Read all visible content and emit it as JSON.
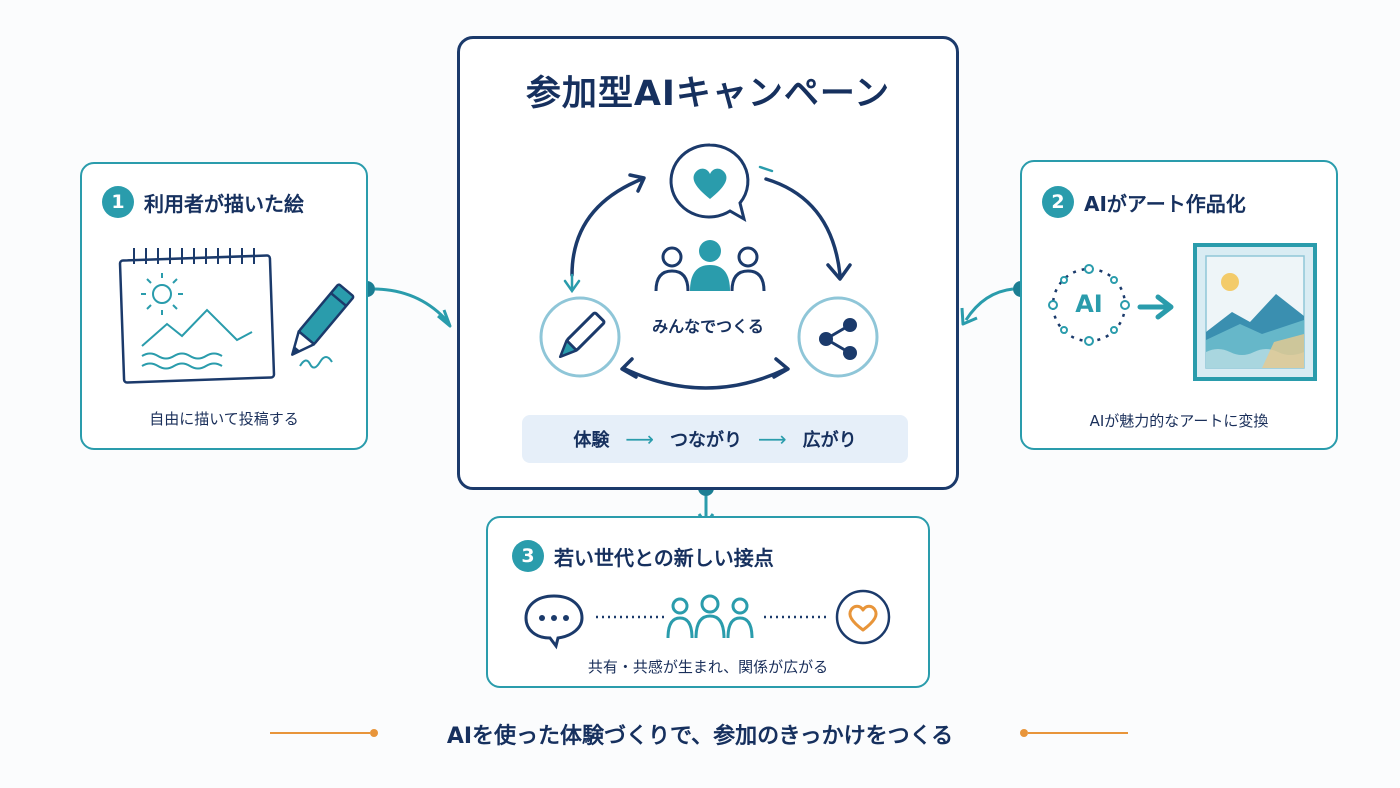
{
  "colors": {
    "navy": "#1b3a6b",
    "teal": "#2a9cac",
    "orange": "#e8953a",
    "light_blue": "#e6eff9"
  },
  "center": {
    "title": "参加型AIキャンペーン",
    "people_label": "みんなでつくる",
    "flow": [
      "体験",
      "つながり",
      "広がり"
    ],
    "flow_arrow": "⟶",
    "icons": [
      "heart-speech-icon",
      "people-icon",
      "pencil-icon",
      "share-icon"
    ]
  },
  "step1": {
    "number": "1",
    "title": "利用者が描いた絵",
    "caption": "自由に描いて投稿する",
    "icons": [
      "sketchbook-icon",
      "pencil-icon"
    ]
  },
  "step2": {
    "number": "2",
    "title": "AIがアート作品化",
    "ai_label": "AI",
    "caption": "AIが魅力的なアートに変換",
    "icons": [
      "ai-ring-icon",
      "arrow-right-icon",
      "framed-art-icon"
    ]
  },
  "step3": {
    "number": "3",
    "title": "若い世代との新しい接点",
    "caption": "共有・共感が生まれ、関係が広がる",
    "icons": [
      "chat-bubble-icon",
      "people-icon",
      "heart-icon"
    ]
  },
  "tagline": "AIを使った体験づくりで、参加のきっかけをつくる"
}
